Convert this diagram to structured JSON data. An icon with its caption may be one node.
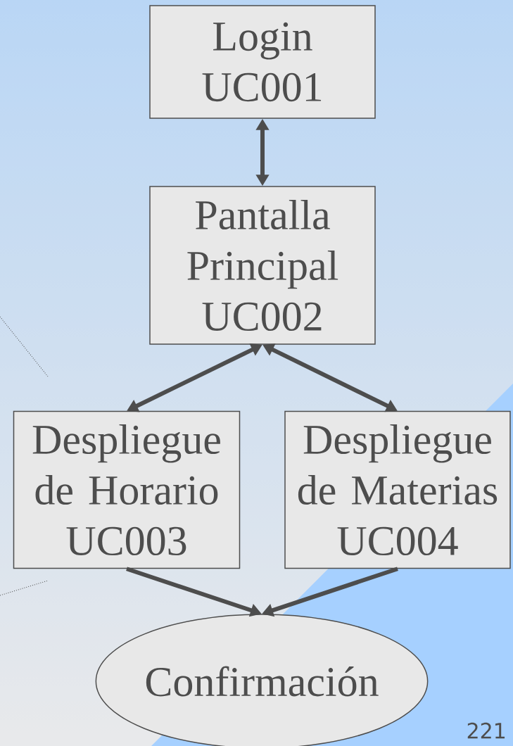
{
  "diagram": {
    "nodes": [
      {
        "text": [
          "Login UC001"
        ]
      },
      {
        "text": [
          "Pantalla Principal UC002"
        ]
      },
      {
        "text": [
          "Despliegue de Horario UC003"
        ]
      },
      {
        "text": [
          "Despliegue de Materias UC004"
        ]
      },
      {
        "text": [
          "Confirmación"
        ]
      }
    ],
    "edges": [
      {
        "from": 0,
        "to": 1,
        "arrow": "both"
      },
      {
        "from": 1,
        "to": 2,
        "arrow": "both"
      },
      {
        "from": 1,
        "to": 3,
        "arrow": "both"
      },
      {
        "from": 2,
        "to": 4,
        "arrow": "to"
      },
      {
        "from": 3,
        "to": 4,
        "arrow": "to"
      }
    ],
    "labels": [
      "221"
    ]
  }
}
